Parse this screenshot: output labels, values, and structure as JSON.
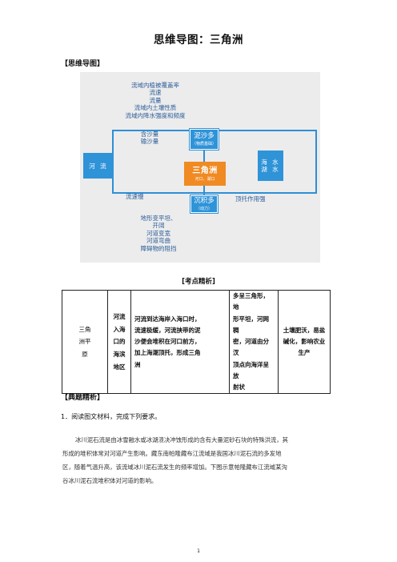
{
  "page_title": "思维导图：三角洲",
  "section_mindmap": "【思维导图】",
  "diagram": {
    "top_factors": [
      "流域内植被覆盖率",
      "流速",
      "流量",
      "流域内土壤性质",
      "流域内降水强度和频度"
    ],
    "river_box": "河 流",
    "sea_box": [
      "海 水",
      "湖 水"
    ],
    "sediment_box": {
      "main": "泥沙多",
      "sub": "（物质基础）"
    },
    "delta_box": {
      "main": "三角洲",
      "sub": "河口、湖口"
    },
    "deposit_box": {
      "main": "沉积多",
      "sub": "（动力）"
    },
    "sand_labels": [
      "含沙量",
      "输沙量"
    ],
    "slow_label": "流速慢",
    "support_label": "顶托作用强",
    "bottom_factors": [
      "地形变平坦、",
      "开阔",
      "河道变宽",
      "河道弯曲",
      "障碍物的阻挡"
    ]
  },
  "section_kaodian": "[考点精析]",
  "table": {
    "col1": [
      "三角",
      "洲平",
      "原"
    ],
    "col2": [
      "河流",
      "入海",
      "口的",
      "海滨",
      "地区"
    ],
    "col3": [
      "河流到达海岸入海口时，",
      "流速极缓，河流挟带的泥",
      "沙便会堆积在河口前方，",
      "加上海潮顶托，形成三角",
      "洲"
    ],
    "col4": [
      "多呈三角形，地",
      "形平坦，河网稠",
      "密，河道由分汊",
      "顶点向海洋呈放",
      "射状"
    ],
    "col5": [
      "土壤肥沃，易盐",
      "碱化，影响农业",
      "生产"
    ]
  },
  "section_example": "【典题精析】",
  "question_intro": "1．阅读图文材料，完成下列要求。",
  "paragraph": [
    "冰川泥石流是由冰雪融水或冰湖溃决冲蚀形成的含有大量泥砂石块的特殊洪流，其",
    "形成的堆积体常对河道产生影响。藏东南帕隆藏布江流域是我国冰川泥石流的多发地",
    "区，随着气温升高，该流域冰川泥石流发生的频率增加。下图示意帕隆藏布江流域某沟",
    "谷冰川泥石流堆积体对河道的影响。"
  ],
  "page_number": "1"
}
